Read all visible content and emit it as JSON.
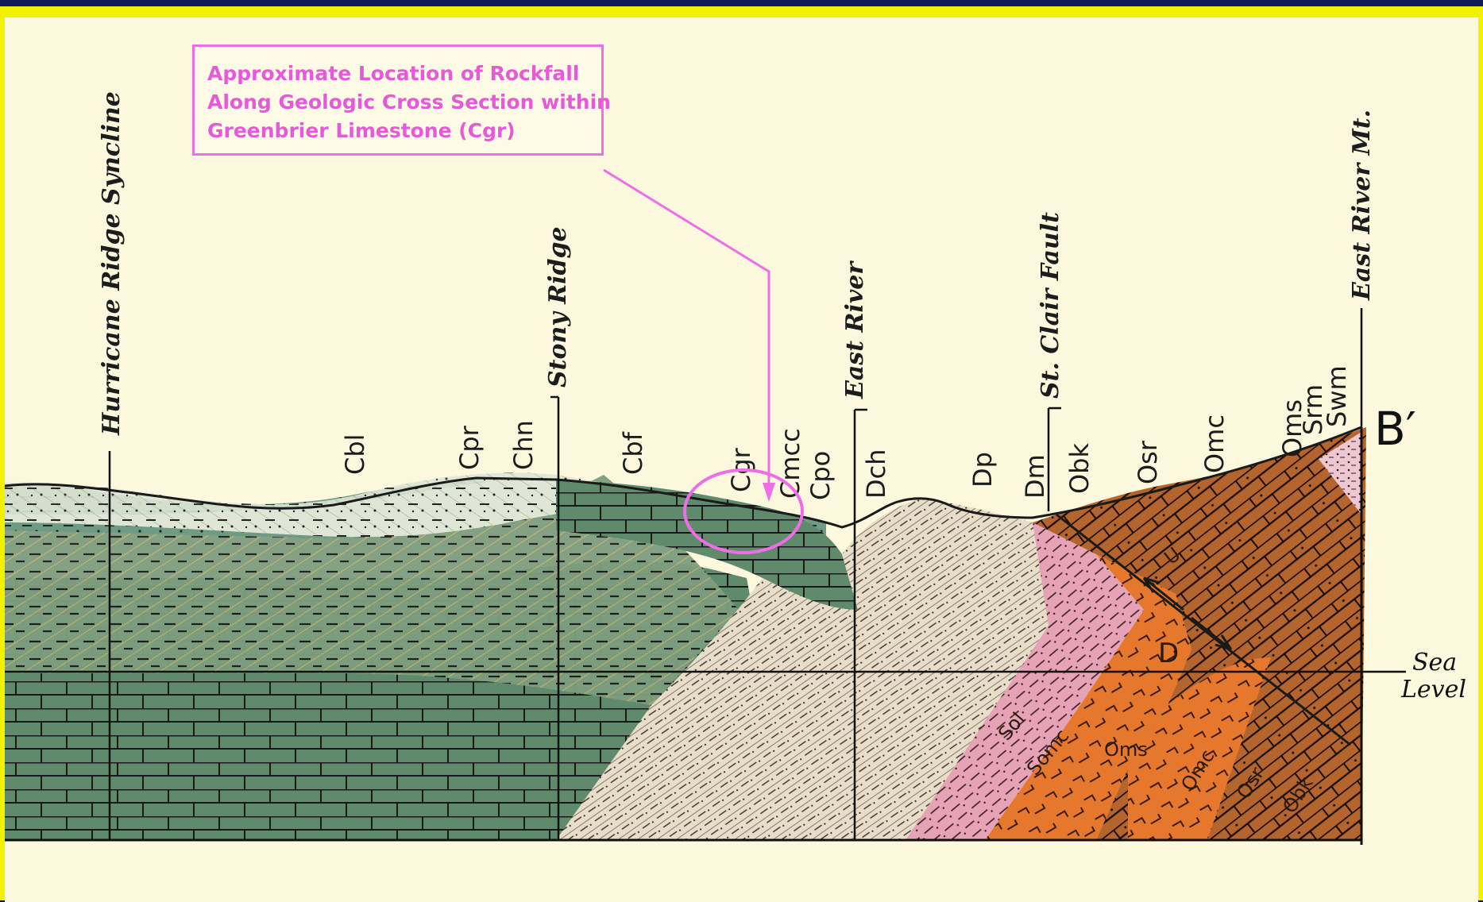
{
  "callout": {
    "lines": [
      "Approximate Location of Rockfall",
      "Along Geologic Cross Section within",
      "Greenbrier Limestone (Cgr)"
    ]
  },
  "locality_labels": {
    "hurricane": "Hurricane Ridge Syncline",
    "stony": "Stony Ridge",
    "east_river": "East River",
    "st_clair": "St. Clair Fault",
    "east_river_mt": "East River Mt."
  },
  "section_end_label": "B′",
  "sea_level": [
    "Sea",
    "Level"
  ],
  "unit_labels": {
    "cbl": "Cbl",
    "cpr": "Cpr",
    "chn": "Chn",
    "cbf": "Cbf",
    "cgr": "Cgr",
    "cmcc": "Cmcc",
    "cpo": "Cpo",
    "dch": "Dch",
    "dp": "Dp",
    "dm": "Dm",
    "obk": "Obk",
    "osr": "Osr",
    "omc": "Omc",
    "oms": "Oms",
    "srm": "Srm",
    "swm": "Swm"
  },
  "inner_labels": {
    "u": "U",
    "d": "D",
    "oms": "Oms",
    "omc": "Omc",
    "osr": "Osr",
    "obk": "Obk",
    "sol": "Sol",
    "somc": "Somc"
  },
  "colors": {
    "callout": "#ee6ee6",
    "green_unit": "#5d8a6c",
    "tan_unit": "#e6ddc8",
    "orange_unit": "#e07a2a",
    "brown_unit": "#b0602b",
    "pink_unit": "#e48aa3"
  }
}
